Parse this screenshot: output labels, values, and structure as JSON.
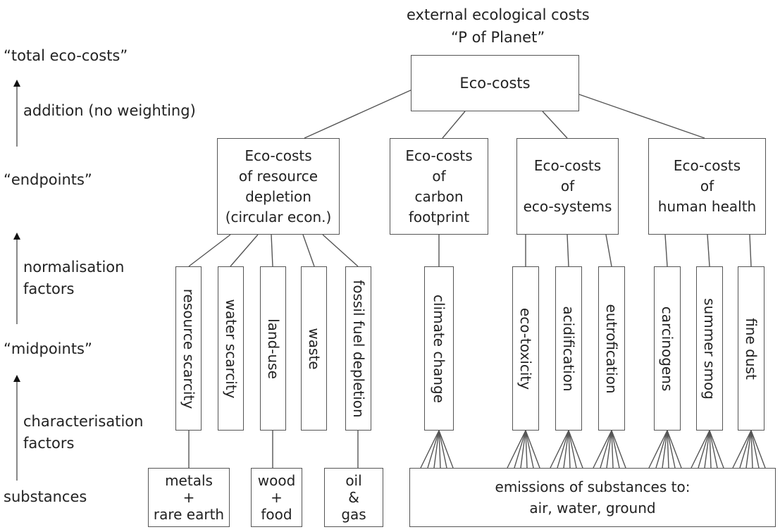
{
  "header": {
    "line1": "external ecological costs",
    "line2": "“P of Planet”"
  },
  "left_axis": {
    "total": "“total eco-costs”",
    "addition": "addition (no weighting)",
    "endpoints": "“endpoints”",
    "normalisation_1": "normalisation",
    "normalisation_2": "factors",
    "midpoints": "“midpoints”",
    "characterisation_1": "characterisation",
    "characterisation_2": "factors",
    "substances": "substances"
  },
  "top_box": {
    "label": "Eco-costs"
  },
  "endpoints": [
    {
      "lines": [
        "Eco-costs",
        "of resource",
        "depletion",
        "(circular econ.)"
      ]
    },
    {
      "lines": [
        "Eco-costs",
        "of",
        "carbon",
        "footprint"
      ]
    },
    {
      "lines": [
        "Eco-costs",
        "of",
        "eco-systems"
      ]
    },
    {
      "lines": [
        "Eco-costs",
        "of",
        "human health"
      ]
    }
  ],
  "midpoints": [
    "resource scarcity",
    "water scarcity",
    "land-use",
    "waste",
    "fossil fuel depletion",
    "climate change",
    "eco-toxicity",
    "acidification",
    "eutrofication",
    "carcinogens",
    "summer smog",
    "fine dust"
  ],
  "substances": [
    {
      "lines": [
        "metals",
        "+",
        "rare earth"
      ]
    },
    {
      "lines": [
        "wood",
        "+",
        "food"
      ]
    },
    {
      "lines": [
        "oil",
        "&",
        "gas"
      ]
    },
    {
      "lines": [
        "emissions of substances to:",
        "air, water, ground"
      ]
    }
  ],
  "colors": {
    "line": "#555555",
    "text": "#222222"
  }
}
